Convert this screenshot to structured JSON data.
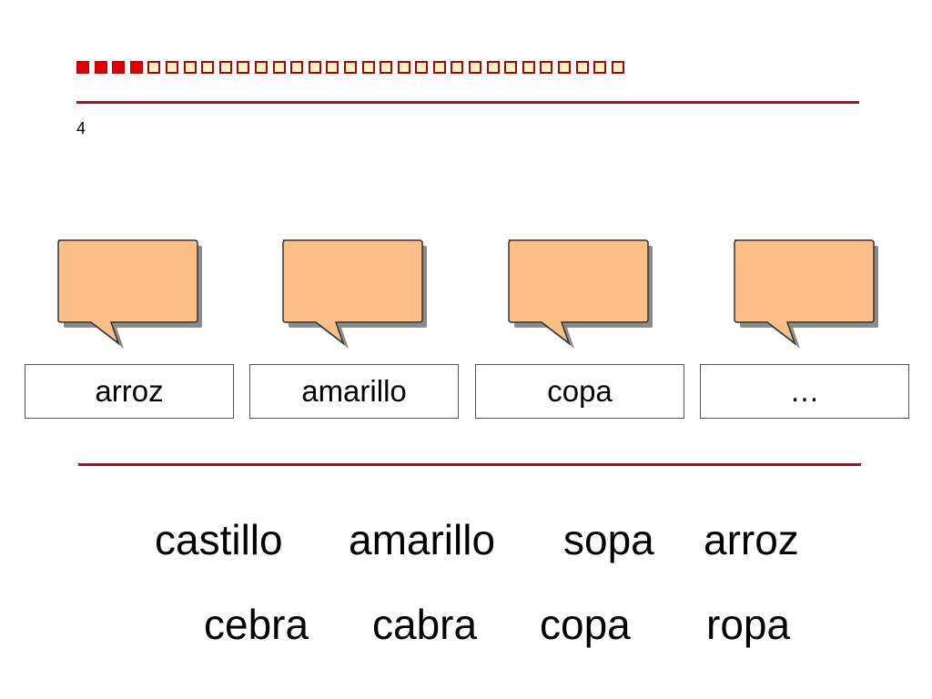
{
  "progress": {
    "total": 31,
    "filled": 4
  },
  "slide": {
    "page_number": "4"
  },
  "colors": {
    "accent_red": "#e00000",
    "rule_red": "#a8102c",
    "bubble_fill": "#fdbf88",
    "empty_square_fill": "#fff3c8"
  },
  "exercise": {
    "boxes": [
      {
        "label": "arroz"
      },
      {
        "label": "amarillo"
      },
      {
        "label": "copa"
      },
      {
        "label": "…"
      }
    ]
  },
  "word_bank": {
    "row1": [
      "castillo",
      "amarillo",
      "sopa",
      "arroz"
    ],
    "row2": [
      "cebra",
      "cabra",
      "copa",
      "ropa"
    ]
  }
}
